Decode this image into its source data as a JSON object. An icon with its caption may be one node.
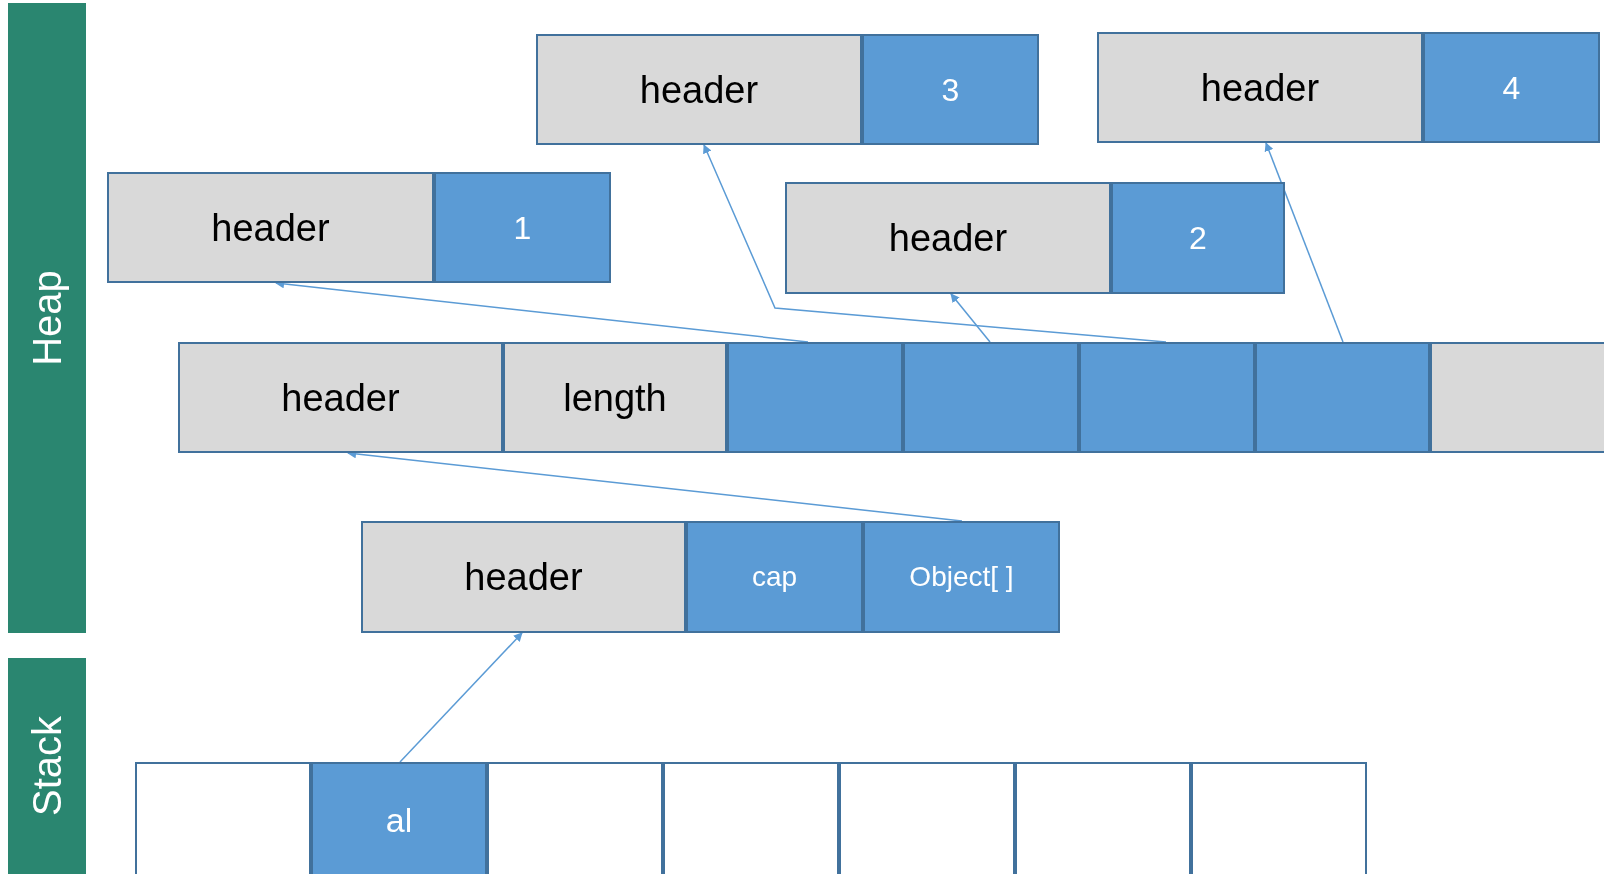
{
  "diagram": {
    "nodes": [
      {
        "text": [
          "Heap"
        ]
      },
      {
        "text": [
          "Stack"
        ]
      },
      {
        "text": [
          "header"
        ]
      },
      {
        "text": [
          "3"
        ]
      },
      {
        "text": [
          "header"
        ]
      },
      {
        "text": [
          "4"
        ]
      },
      {
        "text": [
          "header"
        ]
      },
      {
        "text": [
          "1"
        ]
      },
      {
        "text": [
          "header"
        ]
      },
      {
        "text": [
          "2"
        ]
      },
      {
        "text": [
          "header"
        ]
      },
      {
        "text": [
          "length"
        ]
      },
      {
        "text": [],
        "shape": "box"
      },
      {
        "text": [],
        "shape": "box"
      },
      {
        "text": [],
        "shape": "box"
      },
      {
        "text": [],
        "shape": "box"
      },
      {
        "text": [],
        "shape": "box"
      },
      {
        "text": [
          "header"
        ]
      },
      {
        "text": [
          "cap"
        ]
      },
      {
        "text": [
          "Object[ ]"
        ]
      },
      {
        "text": [],
        "shape": "box"
      },
      {
        "text": [
          "al"
        ]
      },
      {
        "text": [],
        "shape": "box"
      },
      {
        "text": [],
        "shape": "box"
      },
      {
        "text": [],
        "shape": "box"
      },
      {
        "text": [],
        "shape": "box"
      },
      {
        "text": [],
        "shape": "box"
      }
    ],
    "edges": [
      {
        "from": 21,
        "to": 17,
        "arrow": "to"
      },
      {
        "from": 19,
        "to": 10,
        "arrow": "to"
      },
      {
        "from": 12,
        "to": 6,
        "arrow": "to"
      },
      {
        "from": 13,
        "to": 8,
        "arrow": "to"
      },
      {
        "from": 14,
        "to": 2,
        "arrow": "to"
      },
      {
        "from": 15,
        "to": 4,
        "arrow": "to"
      }
    ]
  }
}
